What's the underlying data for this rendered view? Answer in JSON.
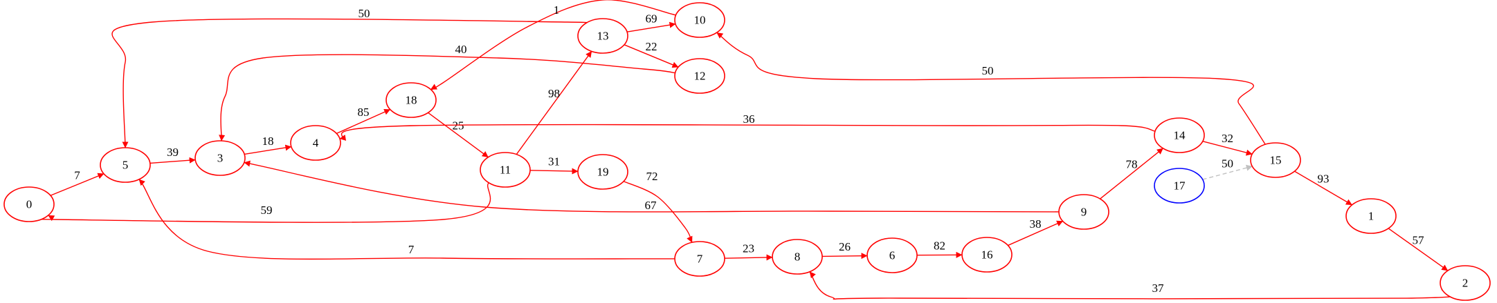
{
  "colors": {
    "edge": "#ff0000",
    "node": "#ff0000",
    "highlight_node": "#0000ff",
    "dashed_edge": "#c0c0c0",
    "label": "#000000"
  },
  "nodes": [
    {
      "id": "0",
      "label": "0"
    },
    {
      "id": "5",
      "label": "5"
    },
    {
      "id": "3",
      "label": "3"
    },
    {
      "id": "4",
      "label": "4"
    },
    {
      "id": "18",
      "label": "18"
    },
    {
      "id": "11",
      "label": "11"
    },
    {
      "id": "13",
      "label": "13"
    },
    {
      "id": "10",
      "label": "10"
    },
    {
      "id": "12",
      "label": "12"
    },
    {
      "id": "19",
      "label": "19"
    },
    {
      "id": "7",
      "label": "7"
    },
    {
      "id": "8",
      "label": "8"
    },
    {
      "id": "6",
      "label": "6"
    },
    {
      "id": "16",
      "label": "16"
    },
    {
      "id": "9",
      "label": "9"
    },
    {
      "id": "14",
      "label": "14"
    },
    {
      "id": "15",
      "label": "15"
    },
    {
      "id": "17",
      "label": "17",
      "highlight": true
    },
    {
      "id": "1",
      "label": "1"
    },
    {
      "id": "2",
      "label": "2"
    }
  ],
  "edges": [
    {
      "from": "0",
      "to": "5",
      "weight": "7"
    },
    {
      "from": "5",
      "to": "3",
      "weight": "39"
    },
    {
      "from": "3",
      "to": "4",
      "weight": "18"
    },
    {
      "from": "4",
      "to": "18",
      "weight": "85"
    },
    {
      "from": "18",
      "to": "11",
      "weight": "25"
    },
    {
      "from": "11",
      "to": "13",
      "weight": "98"
    },
    {
      "from": "11",
      "to": "19",
      "weight": "31"
    },
    {
      "from": "11",
      "to": "0",
      "weight": "59"
    },
    {
      "from": "13",
      "to": "10",
      "weight": "69"
    },
    {
      "from": "13",
      "to": "12",
      "weight": "22"
    },
    {
      "from": "13",
      "to": "5",
      "weight": "50"
    },
    {
      "from": "10",
      "to": "18",
      "weight": "1"
    },
    {
      "from": "12",
      "to": "3",
      "weight": "40"
    },
    {
      "from": "19",
      "to": "7",
      "weight": "72"
    },
    {
      "from": "7",
      "to": "8",
      "weight": "23"
    },
    {
      "from": "7",
      "to": "5",
      "weight": "7"
    },
    {
      "from": "8",
      "to": "6",
      "weight": "26"
    },
    {
      "from": "6",
      "to": "16",
      "weight": "82"
    },
    {
      "from": "16",
      "to": "9",
      "weight": "38"
    },
    {
      "from": "9",
      "to": "14",
      "weight": "78"
    },
    {
      "from": "9",
      "to": "3",
      "weight": "67"
    },
    {
      "from": "14",
      "to": "15",
      "weight": "32"
    },
    {
      "from": "14",
      "to": "4",
      "weight": "36"
    },
    {
      "from": "15",
      "to": "10",
      "weight": "50"
    },
    {
      "from": "15",
      "to": "1",
      "weight": "93"
    },
    {
      "from": "17",
      "to": "15",
      "weight": "50",
      "dashed": true
    },
    {
      "from": "1",
      "to": "2",
      "weight": "57"
    },
    {
      "from": "2",
      "to": "8",
      "weight": "37"
    }
  ]
}
